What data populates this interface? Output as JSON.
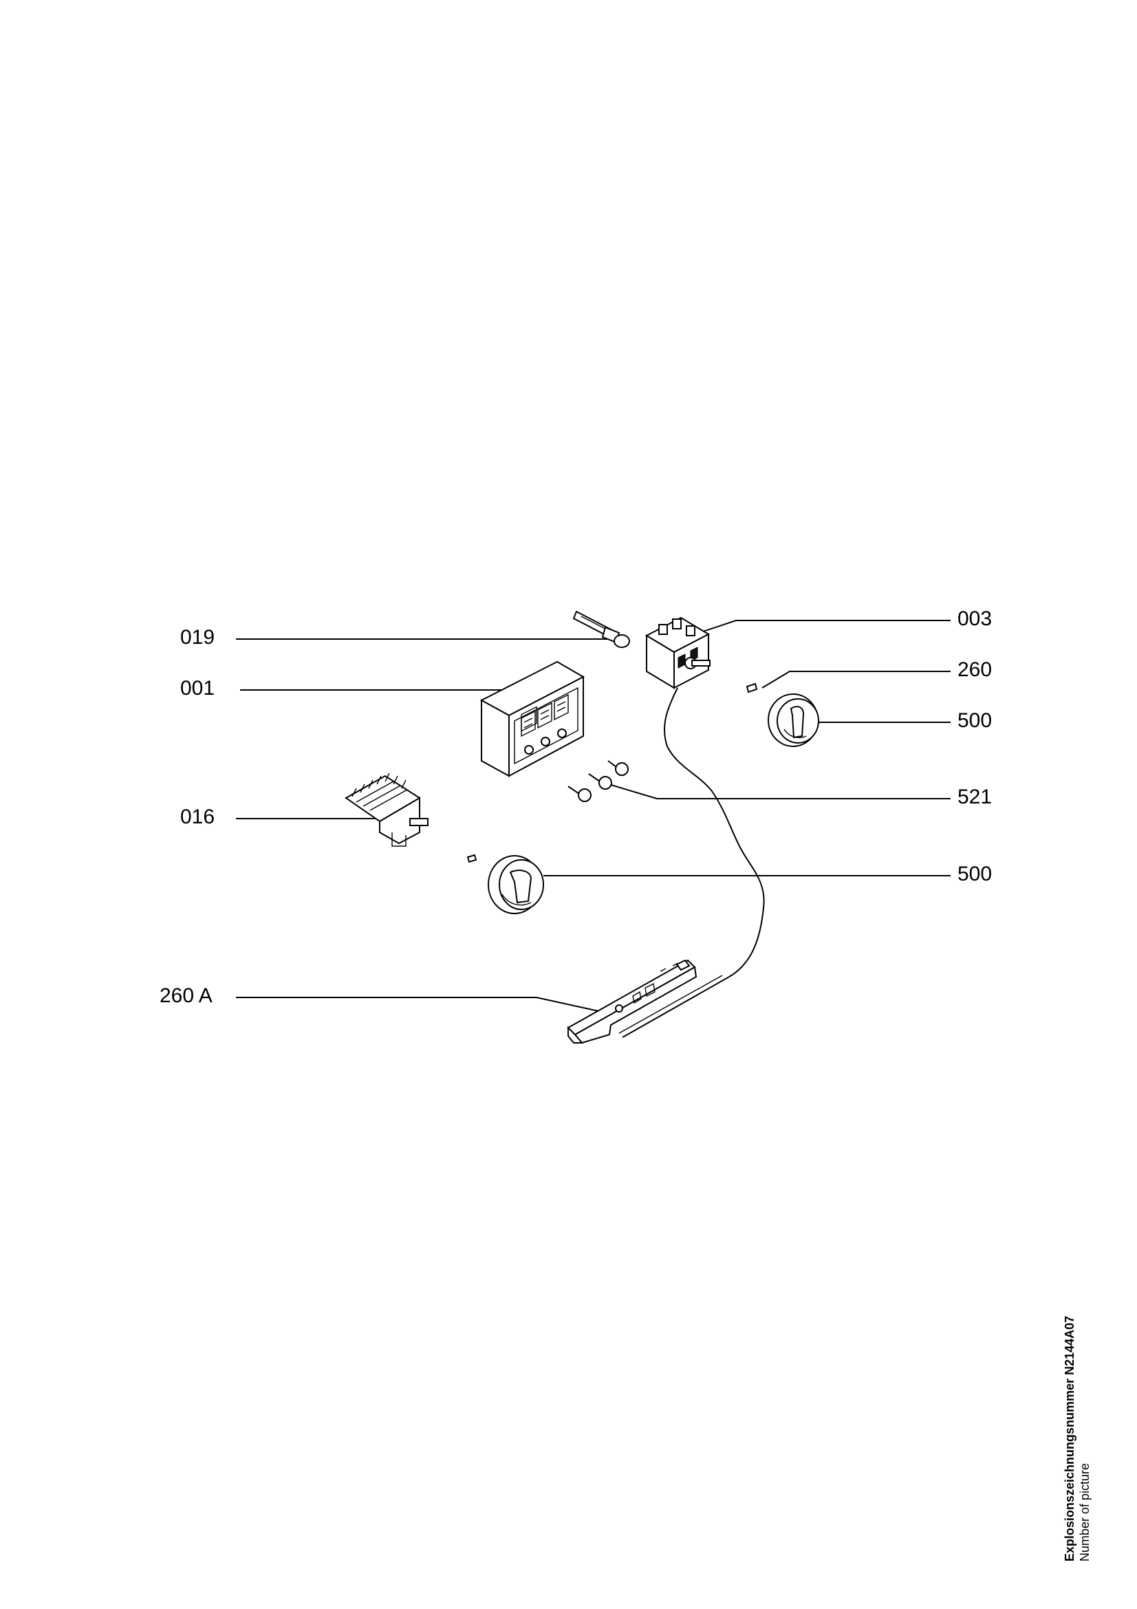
{
  "callouts": {
    "c019": "019",
    "c001": "001",
    "c016": "016",
    "c260A": "260 A",
    "c003": "003",
    "c260": "260",
    "c500a": "500",
    "c521": "521",
    "c500b": "500"
  },
  "caption": {
    "title": "Explosionszeichnungsnummer N2144A07",
    "subtitle": "Number of picture"
  }
}
